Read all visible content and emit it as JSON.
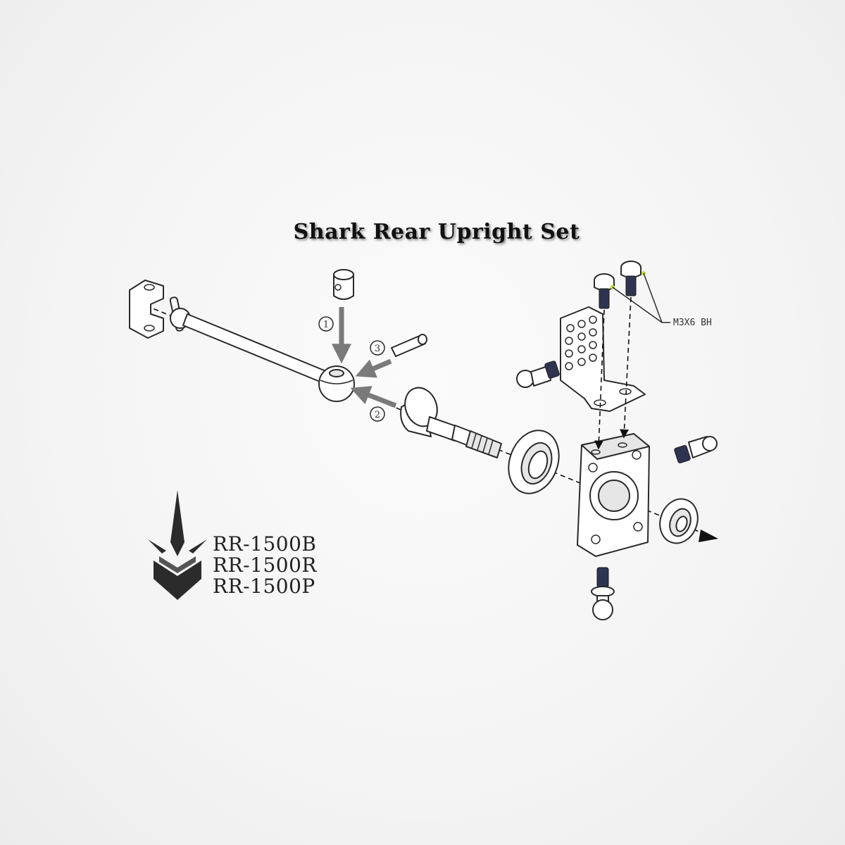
{
  "title": "Shark Rear Upright Set",
  "callouts": {
    "screw_label": "M3X6 BH",
    "step_1": "1",
    "step_2": "2",
    "step_3": "3"
  },
  "part_codes": [
    "RR-1500B",
    "RR-1500R",
    "RR-1500P"
  ],
  "colors": {
    "outline": "#2a2a2a",
    "assembly_arrow": "#7a7a7a",
    "screw_thread": "#2e3450",
    "logo_dark": "#2b2b2b"
  },
  "icons": {
    "logo": "shark-fin-chevron-logo"
  }
}
